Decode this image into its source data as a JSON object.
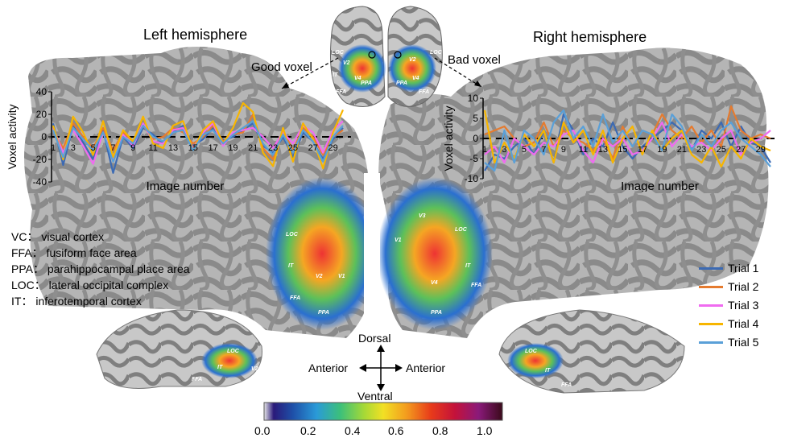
{
  "titles": {
    "left": "Left hemisphere",
    "right": "Right hemisphere"
  },
  "arrow_labels": {
    "good": "Good voxel",
    "bad": "Bad voxel"
  },
  "abbreviations": [
    "VC： visual cortex",
    "FFA： fusiform face area",
    "PPA： parahippocampal place area",
    "LOC： lateral occipital complex",
    "IT： inferotemporal cortex"
  ],
  "compass": {
    "up": "Dorsal",
    "down": "Ventral",
    "left": "Anterior",
    "right": "Anterior"
  },
  "colorbar": {
    "ticks": [
      "0.0",
      "0.2",
      "0.4",
      "0.6",
      "0.8",
      "1.0"
    ]
  },
  "roi_labels": {
    "flat_left": [
      "LOC",
      "IT",
      "V2",
      "FFA",
      "PPA",
      "V1"
    ],
    "flat_right": [
      "LOC",
      "IT",
      "V4",
      "FFA",
      "PPA",
      "V3",
      "V1"
    ],
    "inflated_top": [
      "LOC",
      "V2",
      "LOC",
      "V2",
      "V4",
      "PPA",
      "PPA",
      "V4",
      "IT",
      "FFA",
      "FFA"
    ],
    "lateral_left": [
      "LOC",
      "IT",
      "FFA",
      "V2"
    ],
    "lateral_right": [
      "LOC",
      "IT",
      "V2",
      "FFA"
    ]
  },
  "chart_data": [
    {
      "type": "line",
      "title": "Left hemisphere",
      "xlabel": "Image number",
      "ylabel": "Voxel activity",
      "x": [
        1,
        2,
        3,
        4,
        5,
        6,
        7,
        8,
        9,
        10,
        11,
        12,
        13,
        14,
        15,
        16,
        17,
        18,
        19,
        20,
        21,
        22,
        23,
        24,
        25,
        26,
        27,
        28,
        29,
        30
      ],
      "x_ticks": [
        "1",
        "3",
        "5",
        "7",
        "9",
        "11",
        "13",
        "15",
        "17",
        "19",
        "21",
        "23",
        "25",
        "27",
        "29"
      ],
      "y_ticks": [
        "40",
        "20",
        "0",
        "-20",
        "-40"
      ],
      "ylim": [
        -40,
        40
      ],
      "series": [
        {
          "name": "Trial 1",
          "values": [
            12,
            -25,
            10,
            -5,
            -20,
            6,
            -32,
            0,
            -10,
            8,
            2,
            -6,
            4,
            10,
            -8,
            -2,
            8,
            -3,
            0,
            6,
            12,
            -8,
            -14,
            0,
            -18,
            4,
            -4,
            -20,
            -2,
            8
          ]
        },
        {
          "name": "Trial 2",
          "values": [
            5,
            -10,
            12,
            0,
            -10,
            8,
            -12,
            4,
            -4,
            10,
            -2,
            0,
            8,
            4,
            -6,
            0,
            10,
            -4,
            2,
            4,
            20,
            -10,
            -20,
            6,
            -12,
            8,
            0,
            -16,
            0,
            6
          ]
        },
        {
          "name": "Trial 3",
          "values": [
            8,
            -14,
            6,
            -8,
            -24,
            4,
            -20,
            2,
            -8,
            12,
            -4,
            -6,
            6,
            8,
            -10,
            4,
            12,
            -8,
            4,
            6,
            8,
            0,
            -10,
            4,
            -6,
            10,
            4,
            -14,
            6,
            14
          ]
        },
        {
          "name": "Trial 4",
          "values": [
            10,
            -20,
            18,
            4,
            -16,
            14,
            -18,
            6,
            -4,
            18,
            -6,
            -10,
            10,
            14,
            -12,
            6,
            14,
            -6,
            8,
            30,
            22,
            -14,
            -26,
            8,
            -22,
            12,
            -2,
            -28,
            4,
            24
          ]
        },
        {
          "name": "Trial 5",
          "values": [
            6,
            -18,
            8,
            -2,
            -12,
            4,
            -22,
            0,
            -6,
            10,
            0,
            -4,
            4,
            6,
            -12,
            2,
            6,
            -6,
            2,
            8,
            14,
            -6,
            -16,
            2,
            -14,
            6,
            -4,
            -22,
            0,
            10
          ]
        }
      ],
      "legend": "right",
      "grid": false
    },
    {
      "type": "line",
      "title": "Right hemisphere",
      "xlabel": "Image number",
      "ylabel": "Voxel activity",
      "x": [
        1,
        2,
        3,
        4,
        5,
        6,
        7,
        8,
        9,
        10,
        11,
        12,
        13,
        14,
        15,
        16,
        17,
        18,
        19,
        20,
        21,
        22,
        23,
        24,
        25,
        26,
        27,
        28,
        29,
        30
      ],
      "x_ticks": [
        "1",
        "3",
        "5",
        "7",
        "9",
        "11",
        "13",
        "15",
        "17",
        "19",
        "21",
        "23",
        "25",
        "27",
        "29"
      ],
      "y_ticks": [
        "10",
        "5",
        "0",
        "-5",
        "-10"
      ],
      "ylim": [
        -10,
        10
      ],
      "series": [
        {
          "name": "Trial 1",
          "values": [
            -8,
            -4,
            -5,
            -2,
            0,
            -4,
            2,
            -6,
            6,
            2,
            -4,
            0,
            -2,
            4,
            -2,
            -5,
            -2,
            0,
            2,
            4,
            2,
            -3,
            2,
            0,
            4,
            -2,
            3,
            -1,
            -2,
            -6
          ]
        },
        {
          "name": "Trial 2",
          "values": [
            1,
            2,
            3,
            0,
            -2,
            -1,
            4,
            -2,
            2,
            0,
            -1,
            -3,
            0,
            -5,
            3,
            -2,
            2,
            1,
            6,
            2,
            0,
            3,
            -1,
            2,
            -2,
            8,
            2,
            0,
            1,
            0
          ]
        },
        {
          "name": "Trial 3",
          "values": [
            -4,
            -2,
            -6,
            0,
            -2,
            -4,
            -1,
            -2,
            1,
            2,
            -3,
            -6,
            0,
            -2,
            0,
            -4,
            -3,
            0,
            4,
            -2,
            1,
            -2,
            -1,
            -3,
            0,
            2,
            -4,
            -1,
            0,
            2
          ]
        },
        {
          "name": "Trial 4",
          "values": [
            7,
            -6,
            -1,
            -5,
            1,
            -2,
            2,
            -6,
            4,
            -1,
            2,
            -4,
            2,
            -6,
            0,
            3,
            -4,
            2,
            -3,
            0,
            2,
            -4,
            -6,
            -2,
            -7,
            -2,
            -5,
            0,
            -2,
            -3
          ]
        },
        {
          "name": "Trial 5",
          "values": [
            -6,
            -8,
            2,
            -6,
            2,
            0,
            -4,
            4,
            7,
            0,
            3,
            -2,
            6,
            -1,
            2,
            -2,
            2,
            1,
            -3,
            6,
            3,
            -3,
            1,
            -2,
            2,
            4,
            0,
            -2,
            -4,
            -7
          ]
        }
      ],
      "legend": "right",
      "grid": false
    }
  ],
  "colors": {
    "Trial 1": "#3c6ab3",
    "Trial 2": "#e57b2f",
    "Trial 3": "#f06bf0",
    "Trial 4": "#f7b500",
    "Trial 5": "#5aa0d8"
  }
}
